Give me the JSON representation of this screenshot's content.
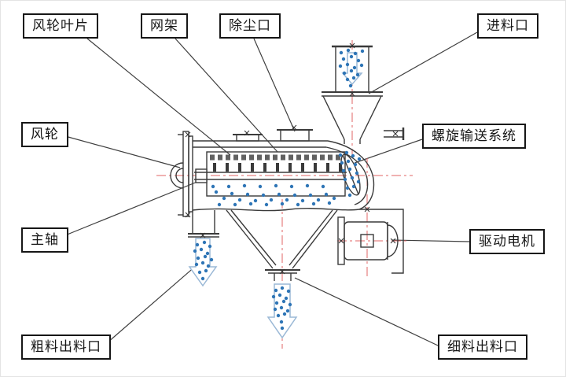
{
  "diagram": {
    "type": "technical-structure-diagram",
    "subject": "airflow centrifugal sifter cutaway",
    "labels": {
      "blade": "风轮叶片",
      "mesh_frame": "网架",
      "dust_port": "除尘口",
      "feed_inlet": "进料口",
      "wind_wheel": "风轮",
      "screw_conveyor": "螺旋输送系统",
      "main_shaft": "主轴",
      "drive_motor": "驱动电机",
      "coarse_outlet": "粗料出料口",
      "fine_outlet": "细料出料口"
    },
    "colors": {
      "outline": "#3a3a3a",
      "particle_blue": "#2e75b6",
      "centerline_red": "#e06666",
      "arrow_outline": "#9ab8d6",
      "label_border": "#161616",
      "background": "#ffffff"
    }
  }
}
